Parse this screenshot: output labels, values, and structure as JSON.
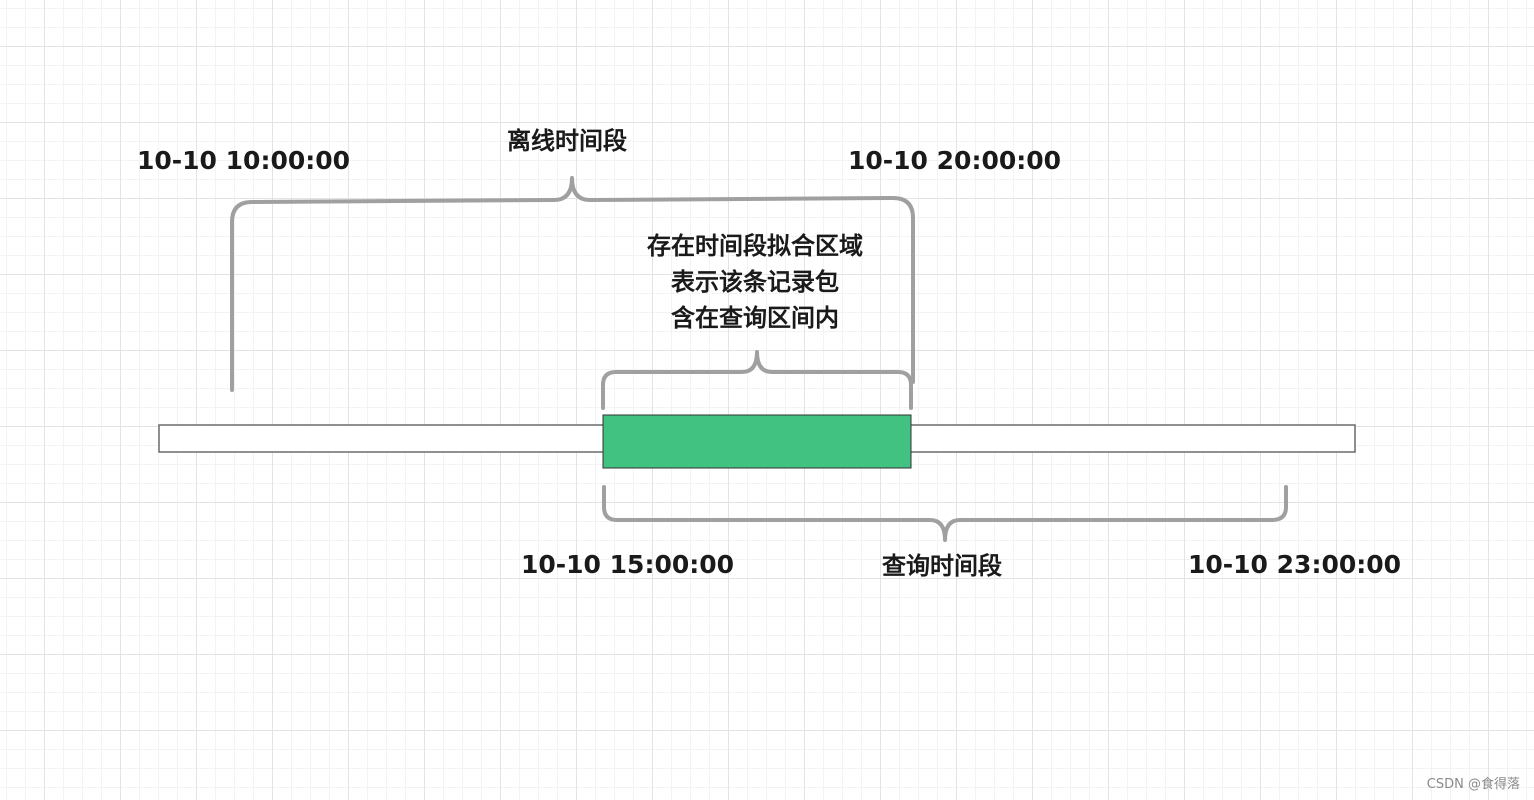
{
  "offline_period": {
    "label": "离线时间段",
    "start": "10-10 10:00:00",
    "end": "10-10 20:00:00"
  },
  "query_period": {
    "label": "查询时间段",
    "start": "10-10 15:00:00",
    "end": "10-10 23:00:00"
  },
  "overlap_annotation": {
    "lines": [
      "存在时间段拟合区域",
      "表示该条记录包",
      "含在查询区间内"
    ]
  },
  "colors": {
    "overlap_fill": "#41c281",
    "bracket_stroke": "#a0a0a0",
    "timeline_stroke": "#6b6b6b"
  },
  "watermark": "CSDN @食得落"
}
